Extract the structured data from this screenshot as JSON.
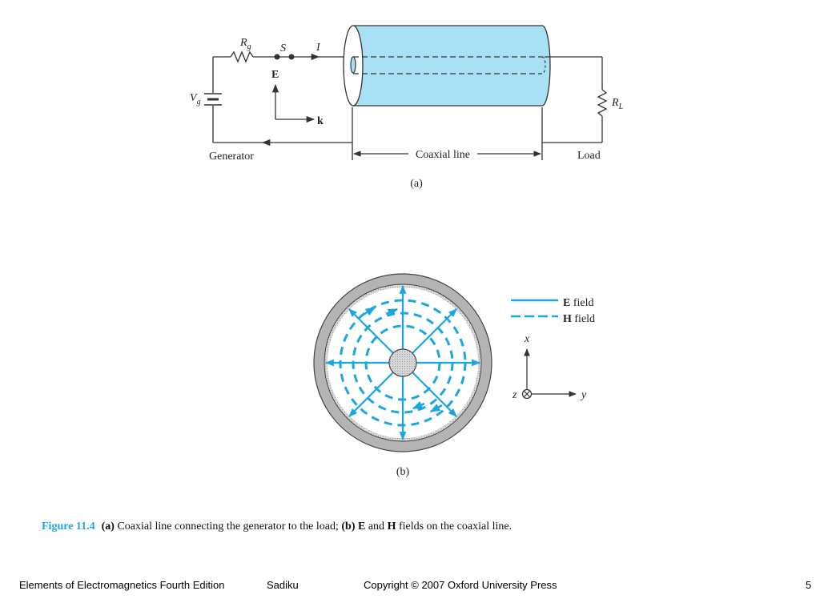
{
  "diagram_a": {
    "labels": {
      "rg": "R",
      "rg_sub": "g",
      "s": "S",
      "i": "I",
      "e": "E",
      "k": "k",
      "vg": "V",
      "vg_sub": "g",
      "rl": "R",
      "rl_sub": "L",
      "generator": "Generator",
      "coaxial_line": "Coaxial line",
      "load": "Load"
    },
    "panel_label": "(a)"
  },
  "diagram_b": {
    "legend": {
      "e_bold": "E",
      "e_text": " field",
      "h_bold": "H",
      "h_text": " field"
    },
    "axes": {
      "x": "x",
      "y": "y",
      "z": "z"
    },
    "panel_label": "(b)"
  },
  "colors": {
    "field": "#1aa6e0",
    "cable": "#a8e0f6",
    "line": "#333333",
    "shield": "#b4b4b4"
  },
  "caption": {
    "figure_number": "Figure 11.4",
    "a_label": "(a)",
    "a_text": " Coaxial line connecting the generator to the load; ",
    "b_label": "(b)",
    "b_space": " ",
    "e": "E",
    "and": " and ",
    "h": "H",
    "rest": " fields on the coaxial line."
  },
  "footer": {
    "book": "Elements of Electromagnetics Fourth Edition",
    "author": "Sadiku",
    "copyright": "Copyright © 2007 Oxford University Press",
    "page": "5"
  }
}
